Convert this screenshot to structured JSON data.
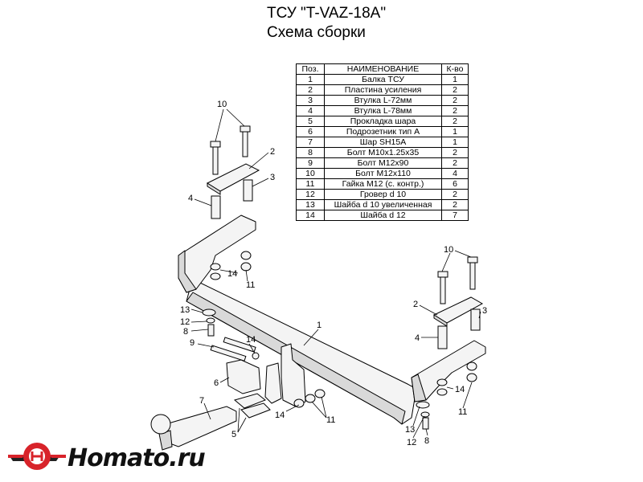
{
  "header": {
    "title": "ТСУ \"T-VAZ-18A\"",
    "subtitle": "Схема сборки"
  },
  "parts_table": {
    "columns": [
      "Поз.",
      "НАИМЕНОВАНИЕ",
      "К-во"
    ],
    "rows": [
      [
        "1",
        "Балка ТСУ",
        "1"
      ],
      [
        "2",
        "Пластина усиления",
        "2"
      ],
      [
        "3",
        "Втулка L-72мм",
        "2"
      ],
      [
        "4",
        "Втулка L-78мм",
        "2"
      ],
      [
        "5",
        "Прокладка шара",
        "2"
      ],
      [
        "6",
        "Подрозетник тип А",
        "1"
      ],
      [
        "7",
        "Шар SH15A",
        "1"
      ],
      [
        "8",
        "Болт М10х1.25х35",
        "2"
      ],
      [
        "9",
        "Болт М12х90",
        "2"
      ],
      [
        "10",
        "Болт М12х110",
        "4"
      ],
      [
        "11",
        "Гайка М12 (с. контр.)",
        "6"
      ],
      [
        "12",
        "Гровер d 10",
        "2"
      ],
      [
        "13",
        "Шайба d 10 увеличенная",
        "2"
      ],
      [
        "14",
        "Шайба d 12",
        "7"
      ]
    ]
  },
  "callouts": {
    "c1": "1",
    "c2a": "2",
    "c2b": "2",
    "c3a": "3",
    "c3b": "3",
    "c4a": "4",
    "c4b": "4",
    "c5": "5",
    "c6": "6",
    "c7": "7",
    "c8a": "8",
    "c8b": "8",
    "c9": "9",
    "c10a": "10",
    "c10b": "10",
    "c11a": "11",
    "c11b": "11",
    "c11c": "11",
    "c12a": "12",
    "c12b": "12",
    "c13a": "13",
    "c13b": "13",
    "c14a": "14",
    "c14b": "14",
    "c14c": "14",
    "c14d": "14"
  },
  "logo": {
    "text": "Homato.ru",
    "colors": {
      "red": "#d8232a",
      "dark": "#222222"
    }
  },
  "colors": {
    "line": "#000000",
    "steel_light": "#f4f4f4",
    "steel_shade": "#d9d9d9"
  }
}
